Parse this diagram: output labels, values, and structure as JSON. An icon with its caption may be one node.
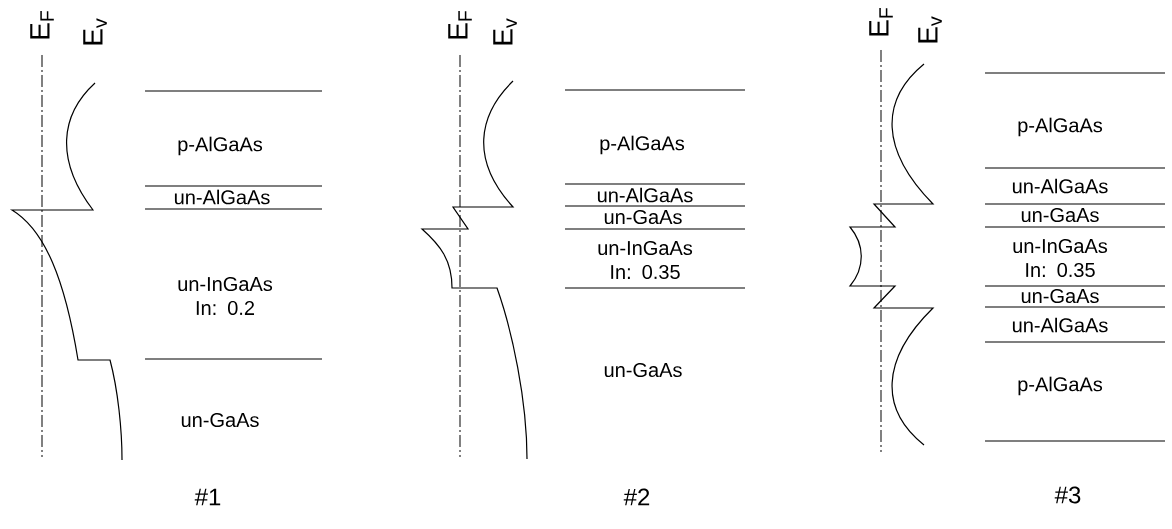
{
  "diagram": {
    "labels": [
      "E$_{F}$",
      "E$_{v}$",
      "p-AlGaAs",
      "un-AlGaAs",
      "un-InGaAs In: 0.2",
      "un-GaAs",
      "#1",
      "E$_{F}$",
      "E$_{v}$",
      "p-AlGaAs",
      "un-AlGaAs",
      "un-GaAs",
      "un-InGaAs In: 0.35",
      "un-GaAs",
      "#2",
      "E$_{F}$",
      "E$_{v}$",
      "p-AlGaAs",
      "un-AlGaAs",
      "un-GaAs",
      "un-InGaAs In: 0.35",
      "un-GaAs",
      "un-AlGaAs",
      "p-AlGaAs",
      "#3"
    ]
  }
}
